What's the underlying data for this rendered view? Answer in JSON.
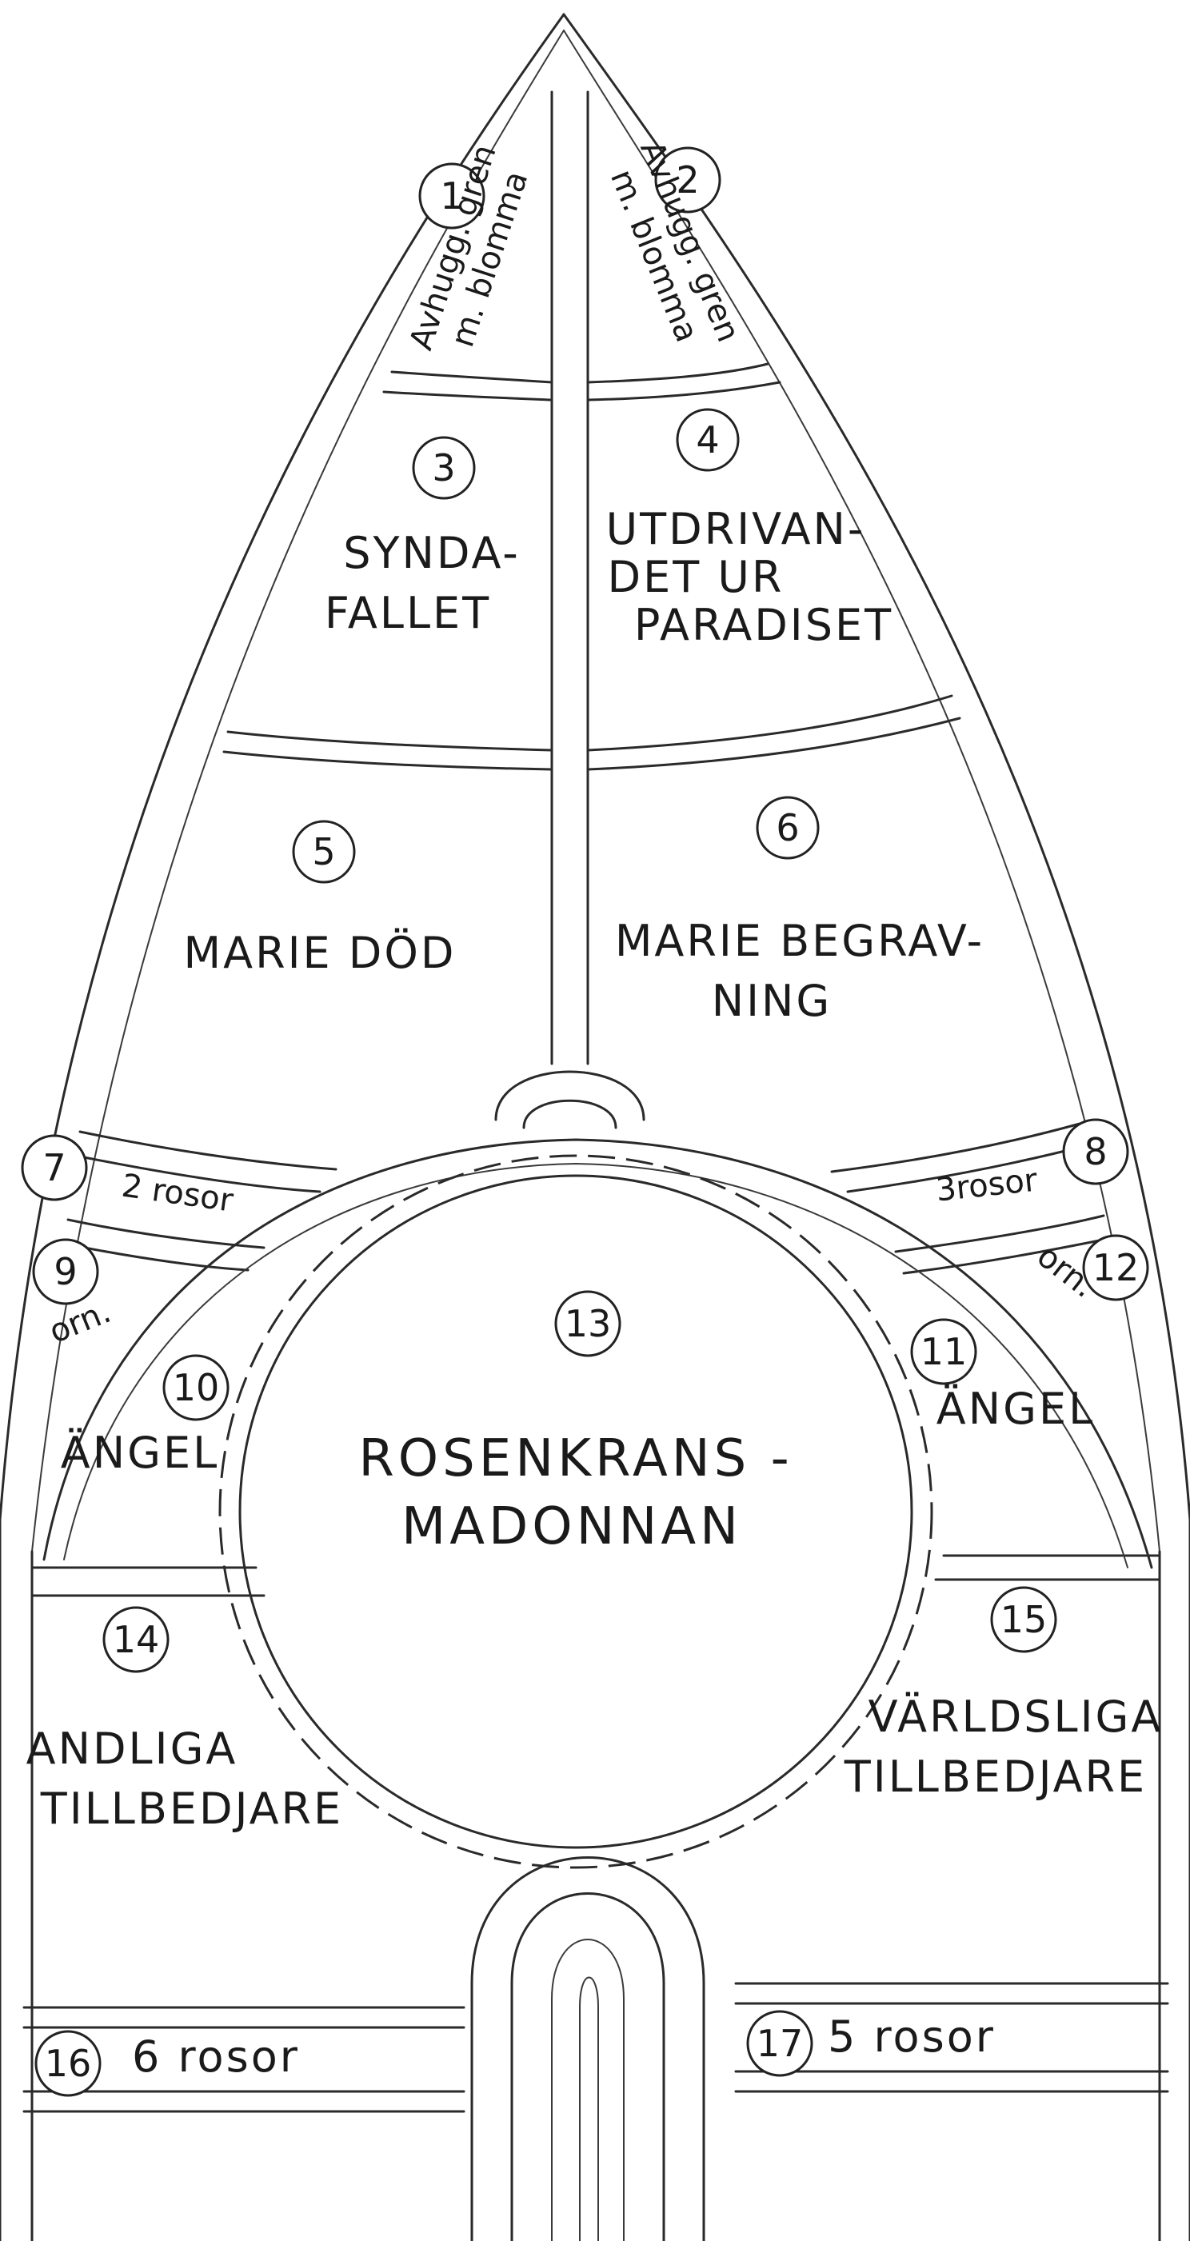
{
  "panels": {
    "p1": {
      "num": "1",
      "line1": "Avhugg. gren",
      "line2": "m. blomma"
    },
    "p2": {
      "num": "2",
      "line1": "Avhugg. gren",
      "line2": "m. blomma"
    },
    "p3": {
      "num": "3",
      "line1": "SYNDA-",
      "line2": "FALLET"
    },
    "p4": {
      "num": "4",
      "line1": "UTDRIVAN-",
      "line2": "DET UR",
      "line3": "PARADISET"
    },
    "p5": {
      "num": "5",
      "line1": "MARIE DÖD"
    },
    "p6": {
      "num": "6",
      "line1": "MARIE BEGRAV-",
      "line2": "NING"
    },
    "p7": {
      "num": "7",
      "line1": "2 rosor"
    },
    "p8": {
      "num": "8",
      "line1": "3rosor"
    },
    "p9": {
      "num": "9",
      "line1": "orn."
    },
    "p10": {
      "num": "10",
      "line1": "ÄNGEL"
    },
    "p11": {
      "num": "11",
      "line1": "ÄNGEL"
    },
    "p12": {
      "num": "12",
      "line1": "orn."
    },
    "p13": {
      "num": "13",
      "line1": "ROSENKRANS -",
      "line2": "MADONNAN"
    },
    "p14": {
      "num": "14",
      "line1": "ANDLIGA",
      "line2": "TILLBEDJARE"
    },
    "p15": {
      "num": "15",
      "line1": "VÄRLDSLIGA",
      "line2": "TILLBEDJARE"
    },
    "p16": {
      "num": "16",
      "line1": "6 rosor"
    },
    "p17": {
      "num": "17",
      "line1": "5 rosor"
    }
  }
}
